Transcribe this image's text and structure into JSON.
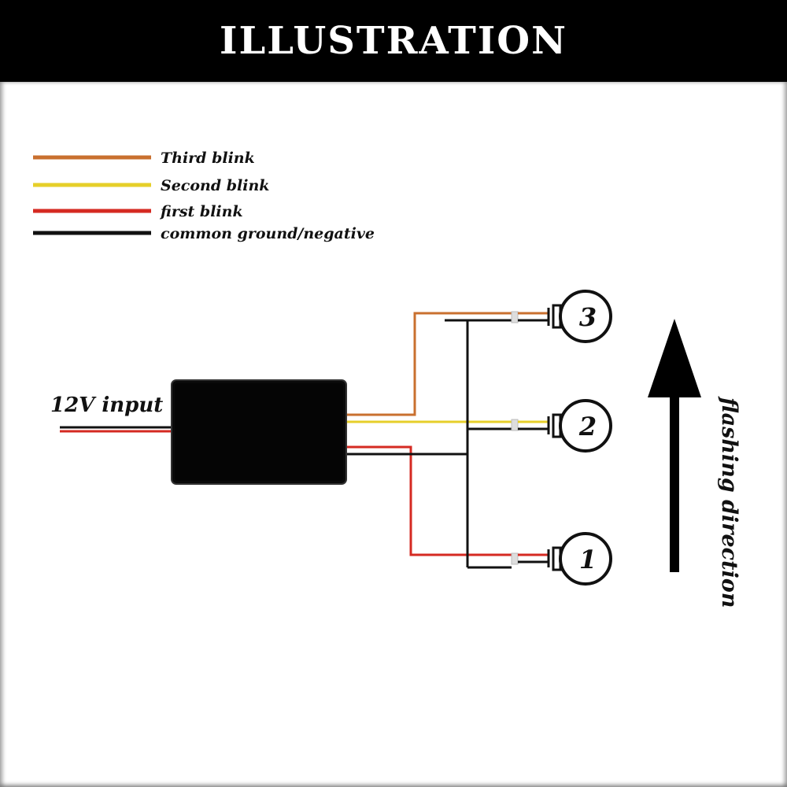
{
  "title": "ILLUSTRATION",
  "legend": [
    {
      "label": "Third blink",
      "color": "#c9702f"
    },
    {
      "label": "Second blink",
      "color": "#e6cf2a"
    },
    {
      "label": "first blink",
      "color": "#d52a22"
    },
    {
      "label": "common ground/negative",
      "color": "#111111"
    }
  ],
  "input_label": "12V input",
  "lamps": [
    "1",
    "2",
    "3"
  ],
  "direction_label": "flashing direction",
  "icons": {
    "lamp": "bulb-icon",
    "arrow": "up-arrow-icon"
  }
}
